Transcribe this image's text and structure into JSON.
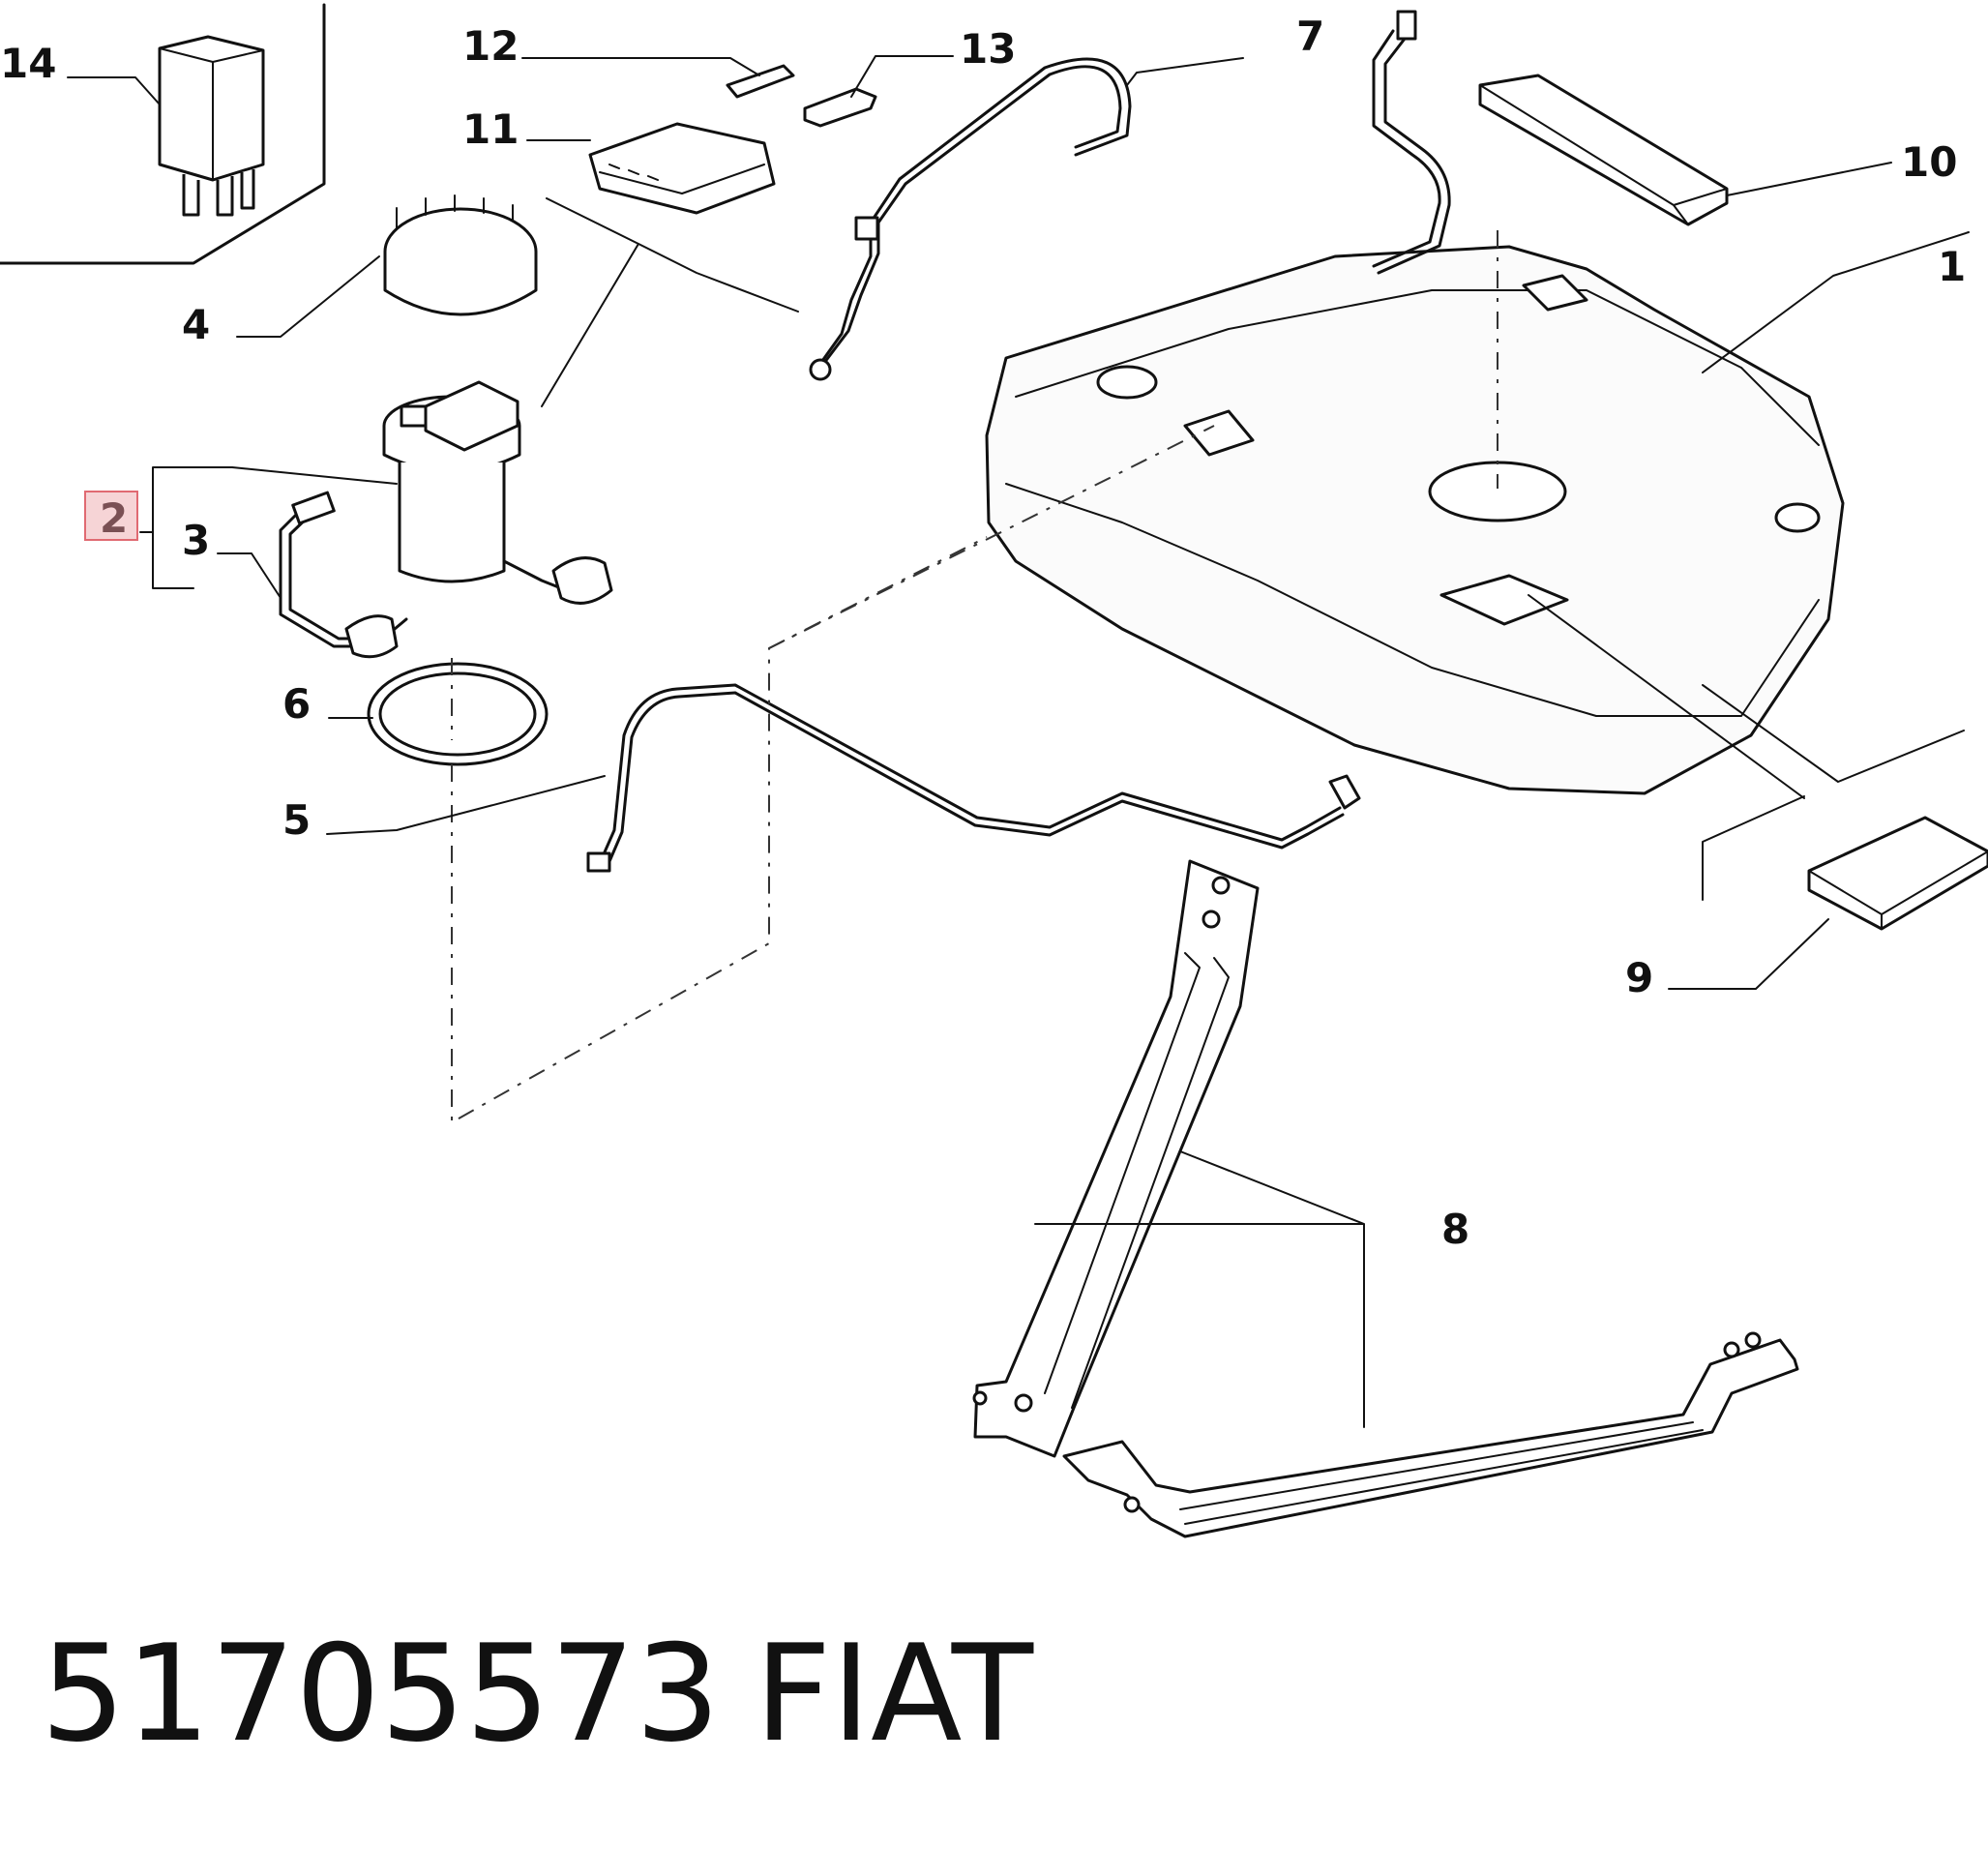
{
  "callouts": [
    {
      "id": "1",
      "label": "1"
    },
    {
      "id": "2",
      "label": "2",
      "highlighted": true
    },
    {
      "id": "3",
      "label": "3"
    },
    {
      "id": "4",
      "label": "4"
    },
    {
      "id": "5",
      "label": "5"
    },
    {
      "id": "6",
      "label": "6"
    },
    {
      "id": "7",
      "label": "7"
    },
    {
      "id": "8",
      "label": "8"
    },
    {
      "id": "9",
      "label": "9"
    },
    {
      "id": "10",
      "label": "10"
    },
    {
      "id": "11",
      "label": "11"
    },
    {
      "id": "12",
      "label": "12"
    },
    {
      "id": "13",
      "label": "13"
    },
    {
      "id": "14",
      "label": "14"
    }
  ],
  "footer": {
    "part_number": "51705573",
    "brand": "FIAT"
  },
  "colors": {
    "highlight_fill": "#f6d4d6",
    "highlight_stroke": "#e06a72",
    "line": "#111111"
  }
}
